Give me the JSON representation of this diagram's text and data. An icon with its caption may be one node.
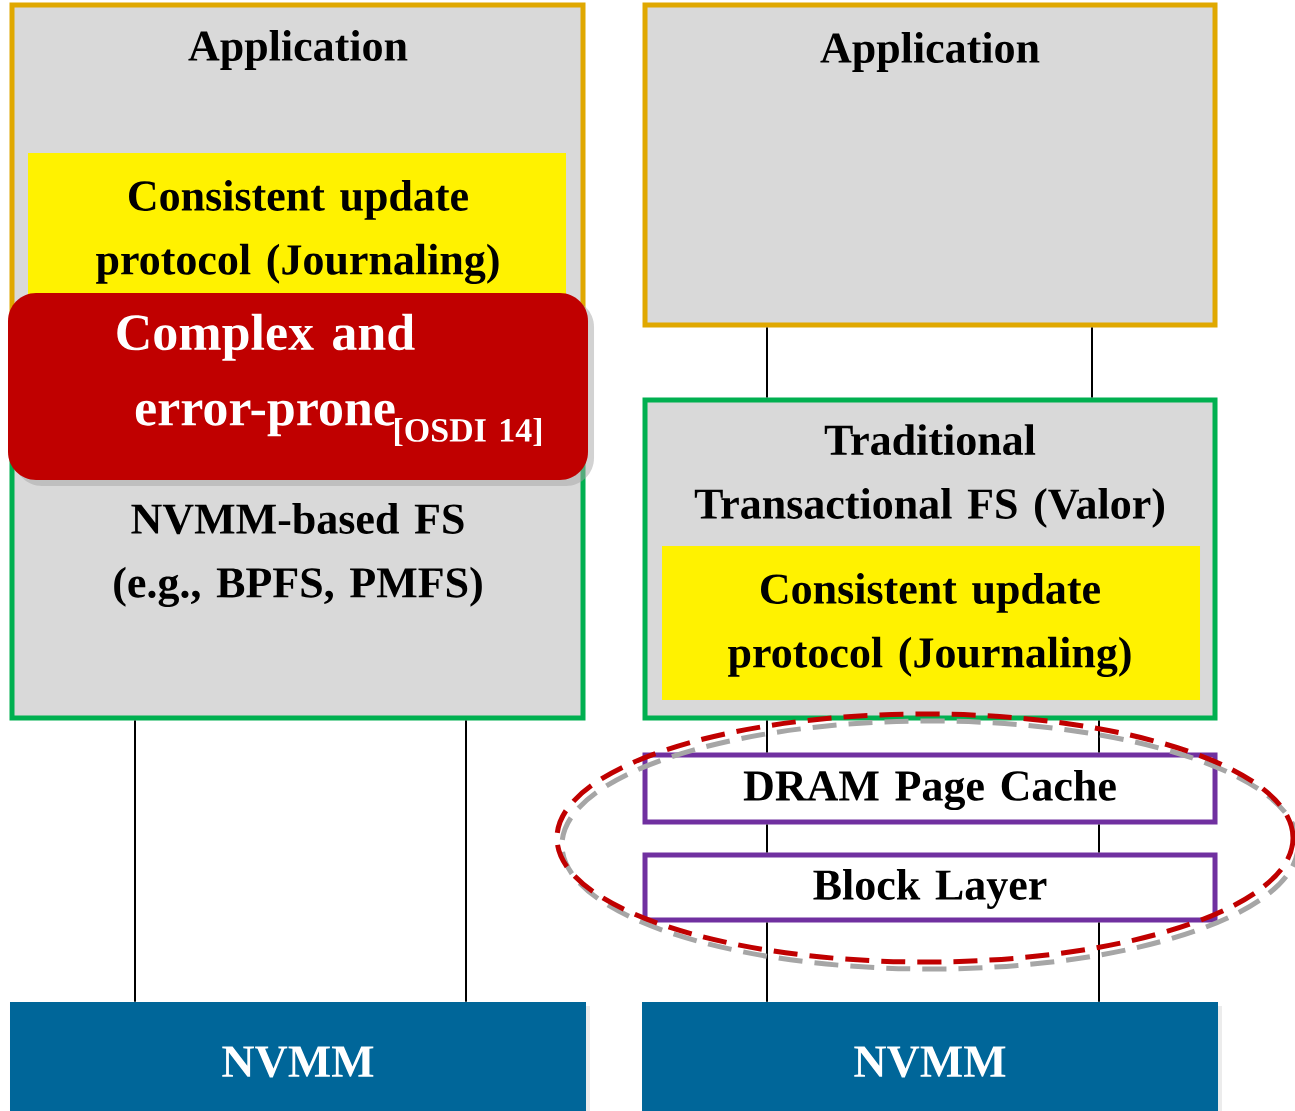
{
  "diagram": {
    "nodes": [
      {
        "text": [
          "Application"
        ]
      },
      {
        "text": [
          "Consistent update protocol (Journaling)"
        ],
        "in": 0
      },
      {
        "text": [
          "NVMM-based FS (e.g., BPFS, PMFS)"
        ]
      },
      {
        "text": [
          "Complex and error-prone",
          "[OSDI 14]"
        ]
      },
      {
        "text": [
          "NVMM"
        ]
      },
      {
        "text": [
          "Application"
        ]
      },
      {
        "text": [
          "Traditional Transactional FS (Valor)"
        ]
      },
      {
        "text": [
          "Consistent update protocol (Journaling)"
        ],
        "in": 6
      },
      {
        "text": [
          "DRAM Page Cache"
        ]
      },
      {
        "text": [
          "Block Layer"
        ]
      },
      {
        "text": [
          "NVMM"
        ]
      }
    ],
    "edges": [
      {
        "from": 2,
        "to": 4,
        "arrow": "none"
      },
      {
        "from": 2,
        "to": 4,
        "arrow": "none"
      },
      {
        "from": 5,
        "to": 6,
        "arrow": "none"
      },
      {
        "from": 5,
        "to": 6,
        "arrow": "none"
      },
      {
        "from": 6,
        "to": 8,
        "arrow": "none"
      },
      {
        "from": 6,
        "to": 8,
        "arrow": "none"
      },
      {
        "from": 8,
        "to": 9,
        "arrow": "none"
      },
      {
        "from": 8,
        "to": 9,
        "arrow": "none"
      },
      {
        "from": 9,
        "to": 10,
        "arrow": "none"
      },
      {
        "from": 9,
        "to": 10,
        "arrow": "none"
      }
    ]
  }
}
